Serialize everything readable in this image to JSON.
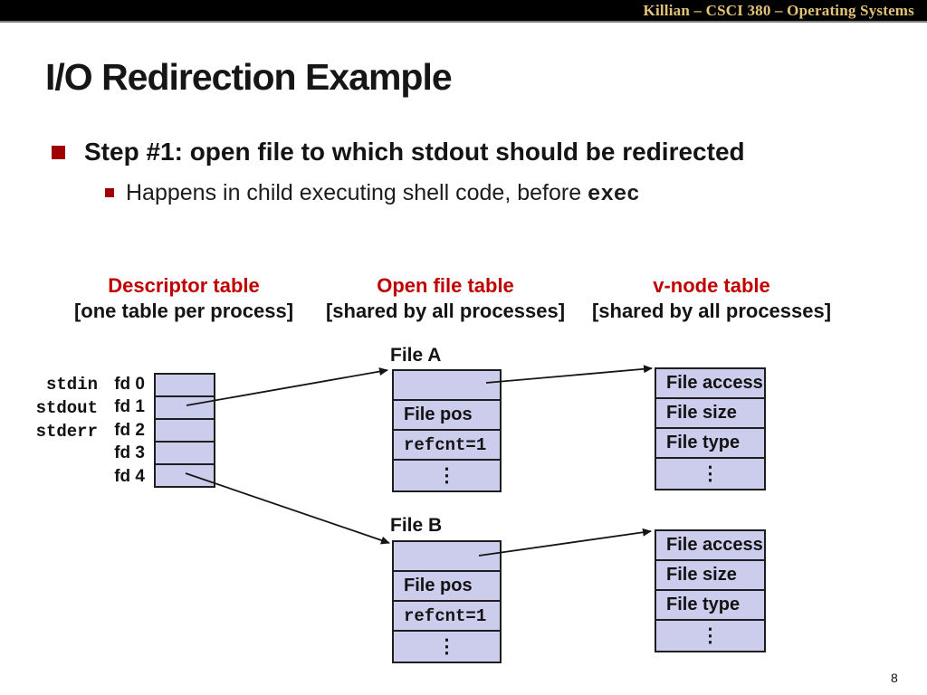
{
  "header": {
    "course_label": "Killian – CSCI 380 – Operating Systems"
  },
  "slide": {
    "title": "I/O Redirection Example",
    "bullet": "Step #1: open file to which stdout should be redirected",
    "sub_bullet_text": "Happens in child executing shell code, before ",
    "sub_bullet_code": "exec",
    "page_number": "8"
  },
  "columns": [
    {
      "heading": "Descriptor table",
      "subheading": "[one table per process]"
    },
    {
      "heading": "Open file table",
      "subheading": "[shared by all processes]"
    },
    {
      "heading": "v-node table",
      "subheading": "[shared by all processes]"
    }
  ],
  "descriptor_table": {
    "std_labels": [
      "stdin",
      "stdout",
      "stderr"
    ],
    "fd_labels": [
      "fd 0",
      "fd 1",
      "fd 2",
      "fd 3",
      "fd 4"
    ]
  },
  "file_tables": [
    {
      "label": "File A",
      "rows": [
        "",
        "File pos",
        "refcnt=1",
        "⋮"
      ]
    },
    {
      "label": "File B",
      "rows": [
        "",
        "File pos",
        "refcnt=1",
        "⋮"
      ]
    }
  ],
  "vnode_tables": [
    {
      "rows": [
        "File access",
        "File size",
        "File type",
        "⋮"
      ]
    },
    {
      "rows": [
        "File access",
        "File size",
        "File type",
        "⋮"
      ]
    }
  ],
  "colors": {
    "accent_red": "#c00000",
    "bullet_red": "#a00000",
    "header_gold": "#e2c377",
    "cell_fill": "#ccccec",
    "bar_black": "#000000"
  }
}
